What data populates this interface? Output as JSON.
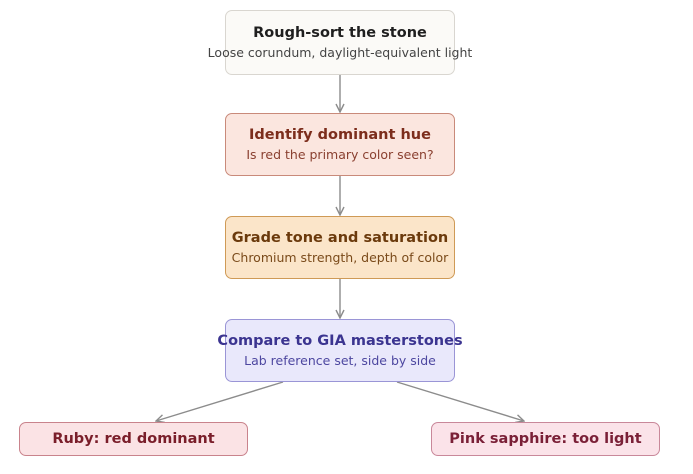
{
  "nodes": {
    "sort": {
      "title": "Rough-sort the stone",
      "subtitle": "Loose corundum, daylight-equivalent light"
    },
    "hue": {
      "title": "Identify dominant hue",
      "subtitle": "Is red the primary color seen?"
    },
    "grade": {
      "title": "Grade tone and saturation",
      "subtitle": "Chromium strength, depth of color"
    },
    "compare": {
      "title": "Compare to GIA masterstones",
      "subtitle": "Lab reference set, side by side"
    },
    "ruby": {
      "title": "Ruby: red dominant"
    },
    "pink": {
      "title": "Pink sapphire: too light"
    }
  },
  "edges": [
    {
      "from": "sort",
      "to": "hue"
    },
    {
      "from": "hue",
      "to": "grade"
    },
    {
      "from": "grade",
      "to": "compare"
    },
    {
      "from": "compare",
      "to": "ruby"
    },
    {
      "from": "compare",
      "to": "pink"
    }
  ],
  "colors": {
    "edge": "#8c8c8c"
  }
}
